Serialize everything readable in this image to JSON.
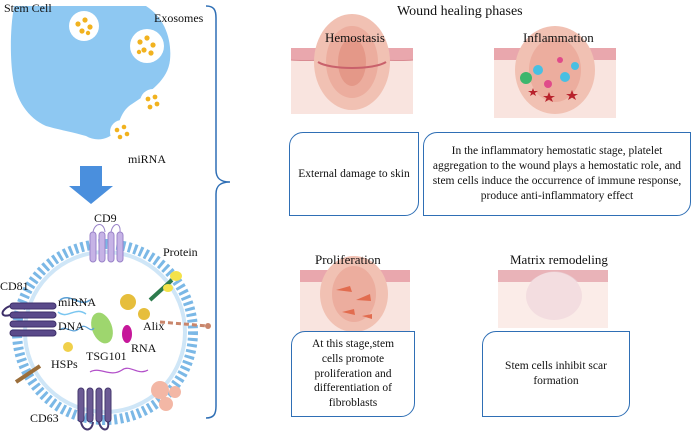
{
  "left": {
    "stem_cell": "Stem Cell",
    "exosomes": "Exosomes",
    "mirna_top": "miRNA",
    "cd9": "CD9",
    "protein": "Protein",
    "cd81": "CD81",
    "mirna": "miRNA",
    "dna": "DNA",
    "alix": "Alix",
    "rna": "RNA",
    "tsg101": "TSG101",
    "hsps": "HSPs",
    "cd63": "CD63"
  },
  "right": {
    "title": "Wound healing phases",
    "phases": [
      {
        "name": "Hemostasis",
        "description": "External damage to skin"
      },
      {
        "name": "Inflammation",
        "description": "In the inflammatory hemostatic stage, platelet aggregation to the wound plays a hemostatic role, and stem cells induce the occurrence of immune response, produce anti-inflammatory effect"
      },
      {
        "name": "Proliferation",
        "description": "At this stage,stem cells promote proliferation and differentiation of fibroblasts"
      },
      {
        "name": "Matrix remodeling",
        "description": "Stem cells inhibit scar formation"
      }
    ]
  },
  "colors": {
    "cell": "#8ec8f2",
    "arrow": "#4a8fdd",
    "box_border": "#2f6fb5",
    "membrane": "#7bb8e6",
    "skin": "#f3c9c3"
  }
}
